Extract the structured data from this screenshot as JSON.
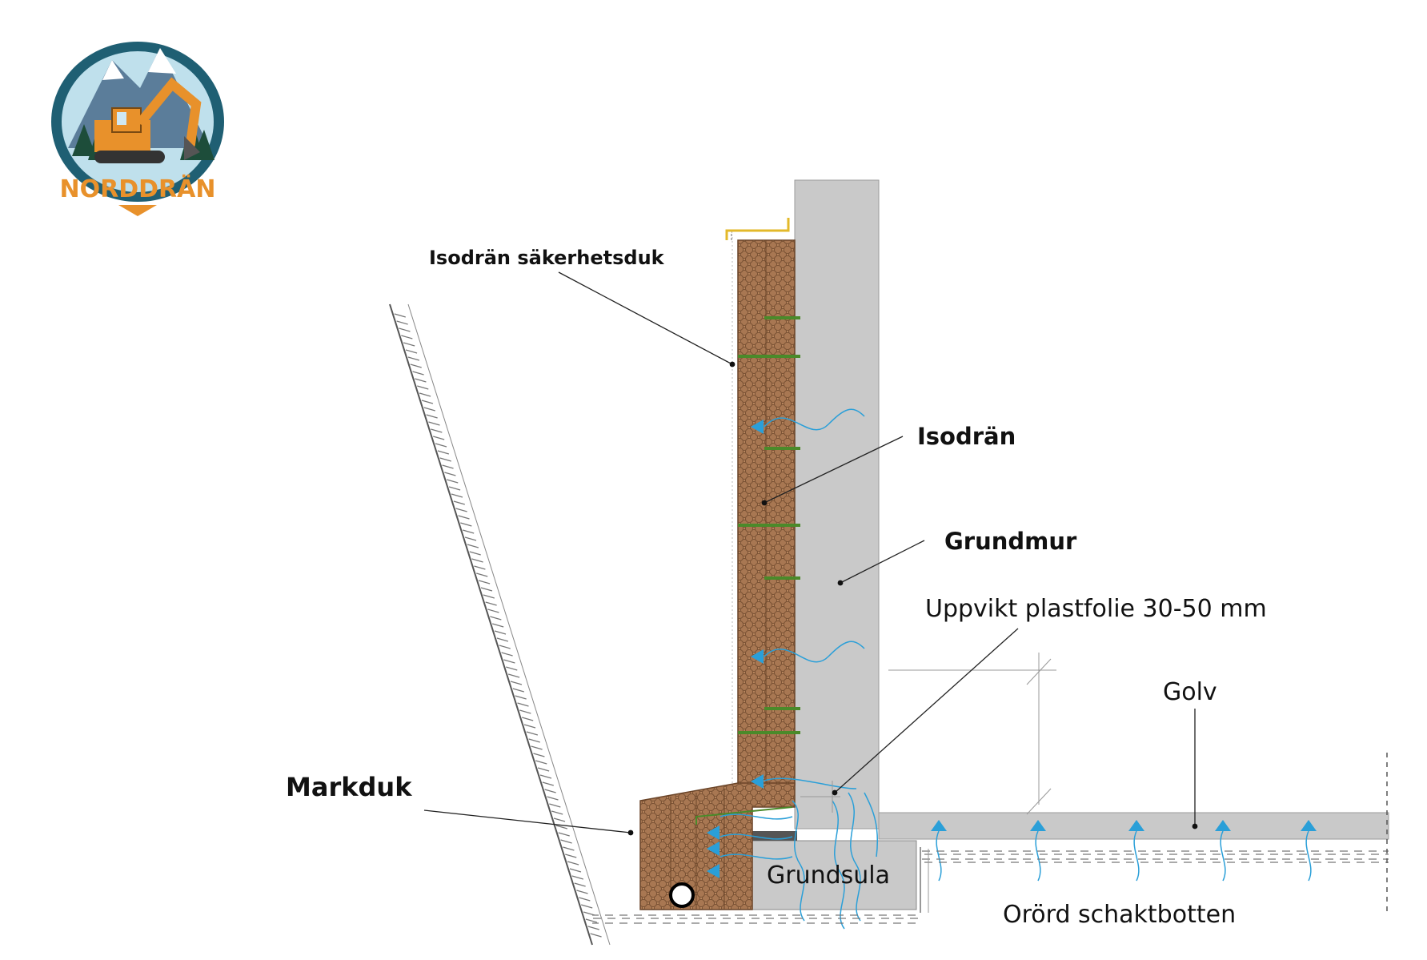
{
  "logo": {
    "brand": "NORDDRÄN",
    "brand_color": "#e8912b",
    "badge_color": "#1f5f73"
  },
  "labels": {
    "safety_fabric": "Isodrän säkerhetsduk",
    "isodran": "Isodrän",
    "foundation_wall": "Grundmur",
    "plastic_film": "Uppvikt plastfolie 30-50 mm",
    "floor": "Golv",
    "geotextile": "Markduk",
    "footing": "Grundsula",
    "undisturbed_bottom": "Orörd schaktbotten"
  },
  "colors": {
    "concrete": "#c9c9c9",
    "insulation": "#b8865f",
    "water_arrow": "#2a9fd8",
    "anchor": "#4a8a2a",
    "leader": "#222222"
  },
  "icons": {
    "water_arrow": "water-arrow-icon",
    "drain_pipe": "drain-pipe-icon",
    "anchor": "anchor-pin-icon"
  }
}
